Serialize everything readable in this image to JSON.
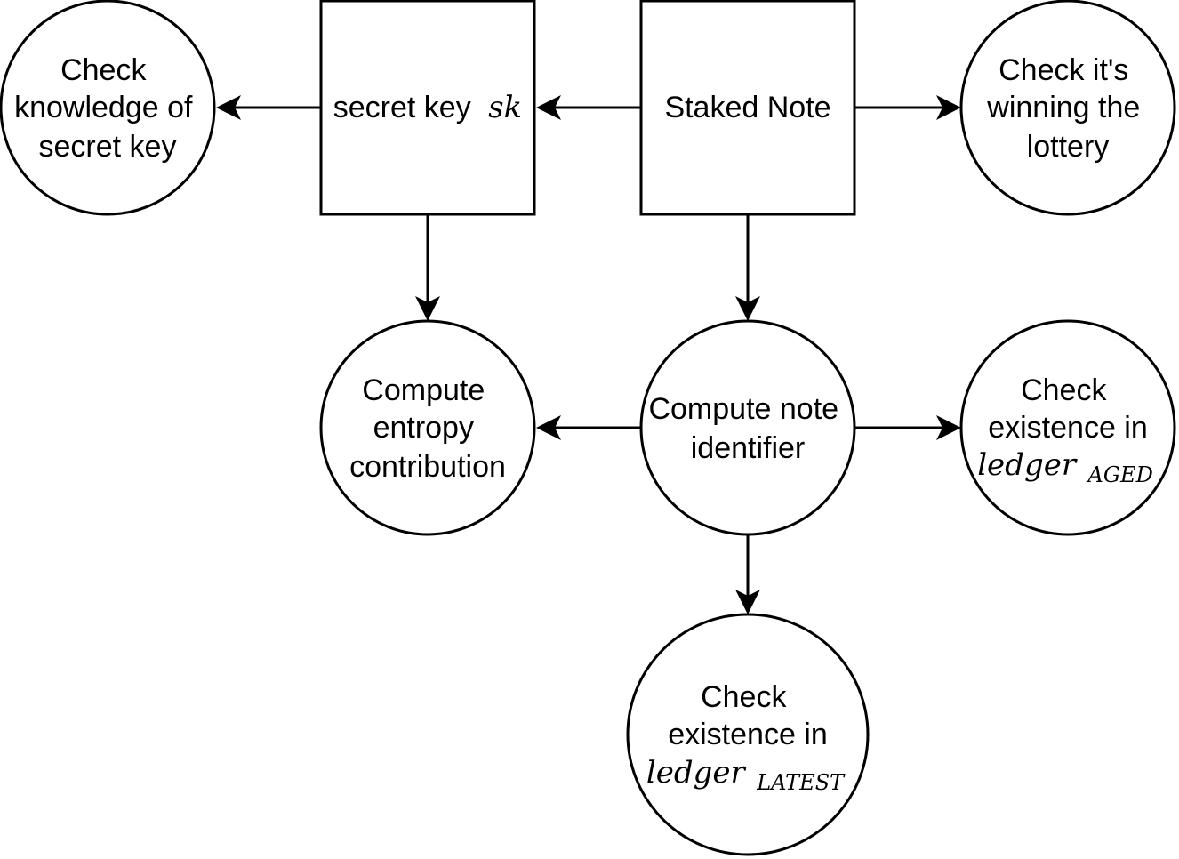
{
  "nodes": {
    "secret_key": {
      "label": "secret key",
      "math": "sk"
    },
    "staked_note": {
      "label": "Staked Note"
    },
    "check_knowledge": {
      "lines": [
        "Check",
        "knowledge of",
        "secret key"
      ]
    },
    "check_winning": {
      "lines": [
        "Check it's",
        "winning the",
        "lottery"
      ]
    },
    "compute_entropy": {
      "lines": [
        "Compute",
        "entropy",
        "contribution"
      ]
    },
    "compute_note_id": {
      "lines": [
        "Compute note",
        "identifier"
      ]
    },
    "check_aged": {
      "lines": [
        "Check",
        "existence in"
      ],
      "math": "ledger",
      "math_sub": "AGED"
    },
    "check_latest": {
      "lines": [
        "Check",
        "existence in"
      ],
      "math": "ledger",
      "math_sub": "LATEST"
    }
  },
  "edges": [
    {
      "from": "secret_key",
      "to": "check_knowledge"
    },
    {
      "from": "staked_note",
      "to": "secret_key"
    },
    {
      "from": "staked_note",
      "to": "check_winning"
    },
    {
      "from": "secret_key",
      "to": "compute_entropy"
    },
    {
      "from": "staked_note",
      "to": "compute_note_id"
    },
    {
      "from": "compute_note_id",
      "to": "compute_entropy"
    },
    {
      "from": "compute_note_id",
      "to": "check_aged"
    },
    {
      "from": "compute_note_id",
      "to": "check_latest"
    }
  ]
}
